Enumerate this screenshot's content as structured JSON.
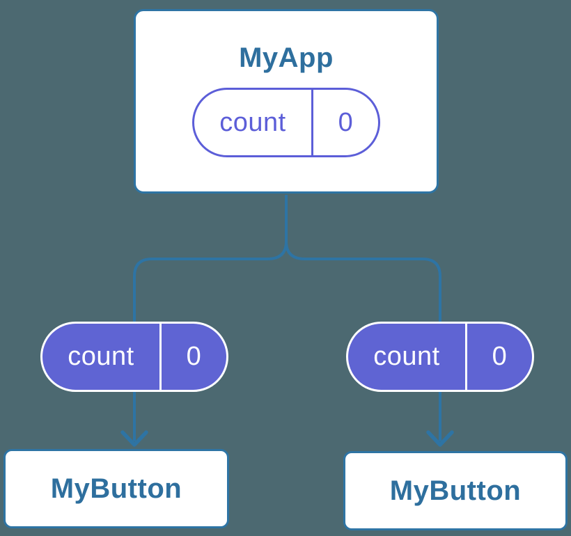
{
  "colors": {
    "background": "#4C6971",
    "connector": "#2E74A4",
    "node_border": "#2E74A4",
    "node_bg": "#FFFFFF",
    "node_text": "#2E6F9E",
    "pill_outline": "#5C5ED8",
    "pill_fill": "#5F64D3",
    "pill_text_light": "#FFFFFF"
  },
  "nodes": {
    "root": {
      "label": "MyApp",
      "pill": {
        "name": "count",
        "value": "0"
      }
    },
    "child_left": {
      "label": "MyButton",
      "pill": {
        "name": "count",
        "value": "0"
      }
    },
    "child_right": {
      "label": "MyButton",
      "pill": {
        "name": "count",
        "value": "0"
      }
    }
  }
}
